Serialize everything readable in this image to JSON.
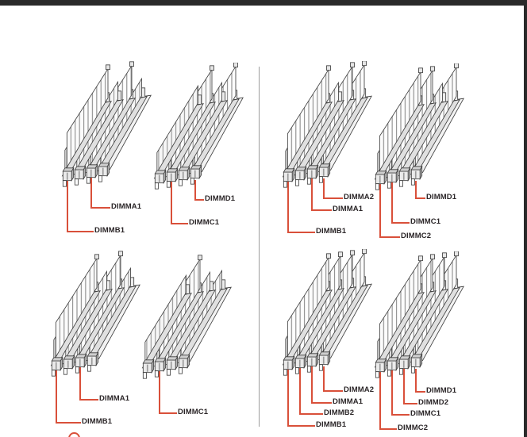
{
  "page": {
    "type": "motherboard-manual-memory-diagram",
    "colors": {
      "accent_red": "#d9503a",
      "top_bar": "#2a2a2a",
      "line_art": "#3f3f3f",
      "divider": "#9c9c9c",
      "label_text": "#2b2628"
    }
  },
  "diagram": {
    "quadrants": [
      {
        "id": "top-left",
        "banks": [
          {
            "id": "left-bank",
            "populated_slots": [
              1,
              3
            ],
            "labels": [
              {
                "text": "DIMMA1",
                "slot": 3
              },
              {
                "text": "DIMMB1",
                "slot": 1
              }
            ]
          },
          {
            "id": "right-bank",
            "populated_slots": [
              2,
              4
            ],
            "labels": [
              {
                "text": "DIMMD1",
                "slot": 4
              },
              {
                "text": "DIMMC1",
                "slot": 2
              }
            ]
          }
        ]
      },
      {
        "id": "top-right",
        "banks": [
          {
            "id": "left-bank",
            "populated_slots": [
              1,
              3,
              4
            ],
            "labels": [
              {
                "text": "DIMMA2",
                "slot": 4
              },
              {
                "text": "DIMMA1",
                "slot": 3
              },
              {
                "text": "DIMMB1",
                "slot": 1
              }
            ]
          },
          {
            "id": "right-bank",
            "populated_slots": [
              1,
              2,
              4
            ],
            "labels": [
              {
                "text": "DIMMD1",
                "slot": 4
              },
              {
                "text": "DIMMC1",
                "slot": 2
              },
              {
                "text": "DIMMC2",
                "slot": 1
              }
            ]
          }
        ]
      },
      {
        "id": "bottom-left",
        "banks": [
          {
            "id": "left-bank",
            "populated_slots": [
              1,
              3
            ],
            "labels": [
              {
                "text": "DIMMA1",
                "slot": 3
              },
              {
                "text": "DIMMB1",
                "slot": 1
              }
            ]
          },
          {
            "id": "right-bank",
            "populated_slots": [
              2
            ],
            "labels": [
              {
                "text": "DIMMC1",
                "slot": 2
              }
            ]
          }
        ]
      },
      {
        "id": "bottom-right",
        "banks": [
          {
            "id": "left-bank",
            "populated_slots": [
              1,
              2,
              3,
              4
            ],
            "labels": [
              {
                "text": "DIMMA2",
                "slot": 4
              },
              {
                "text": "DIMMA1",
                "slot": 3
              },
              {
                "text": "DIMMB2",
                "slot": 2
              },
              {
                "text": "DIMMB1",
                "slot": 1
              }
            ]
          },
          {
            "id": "right-bank",
            "populated_slots": [
              1,
              2,
              3,
              4
            ],
            "labels": [
              {
                "text": "DIMMD1",
                "slot": 4
              },
              {
                "text": "DIMMD2",
                "slot": 3
              },
              {
                "text": "DIMMC1",
                "slot": 2
              },
              {
                "text": "DIMMC2",
                "slot": 1
              }
            ]
          }
        ]
      }
    ]
  }
}
